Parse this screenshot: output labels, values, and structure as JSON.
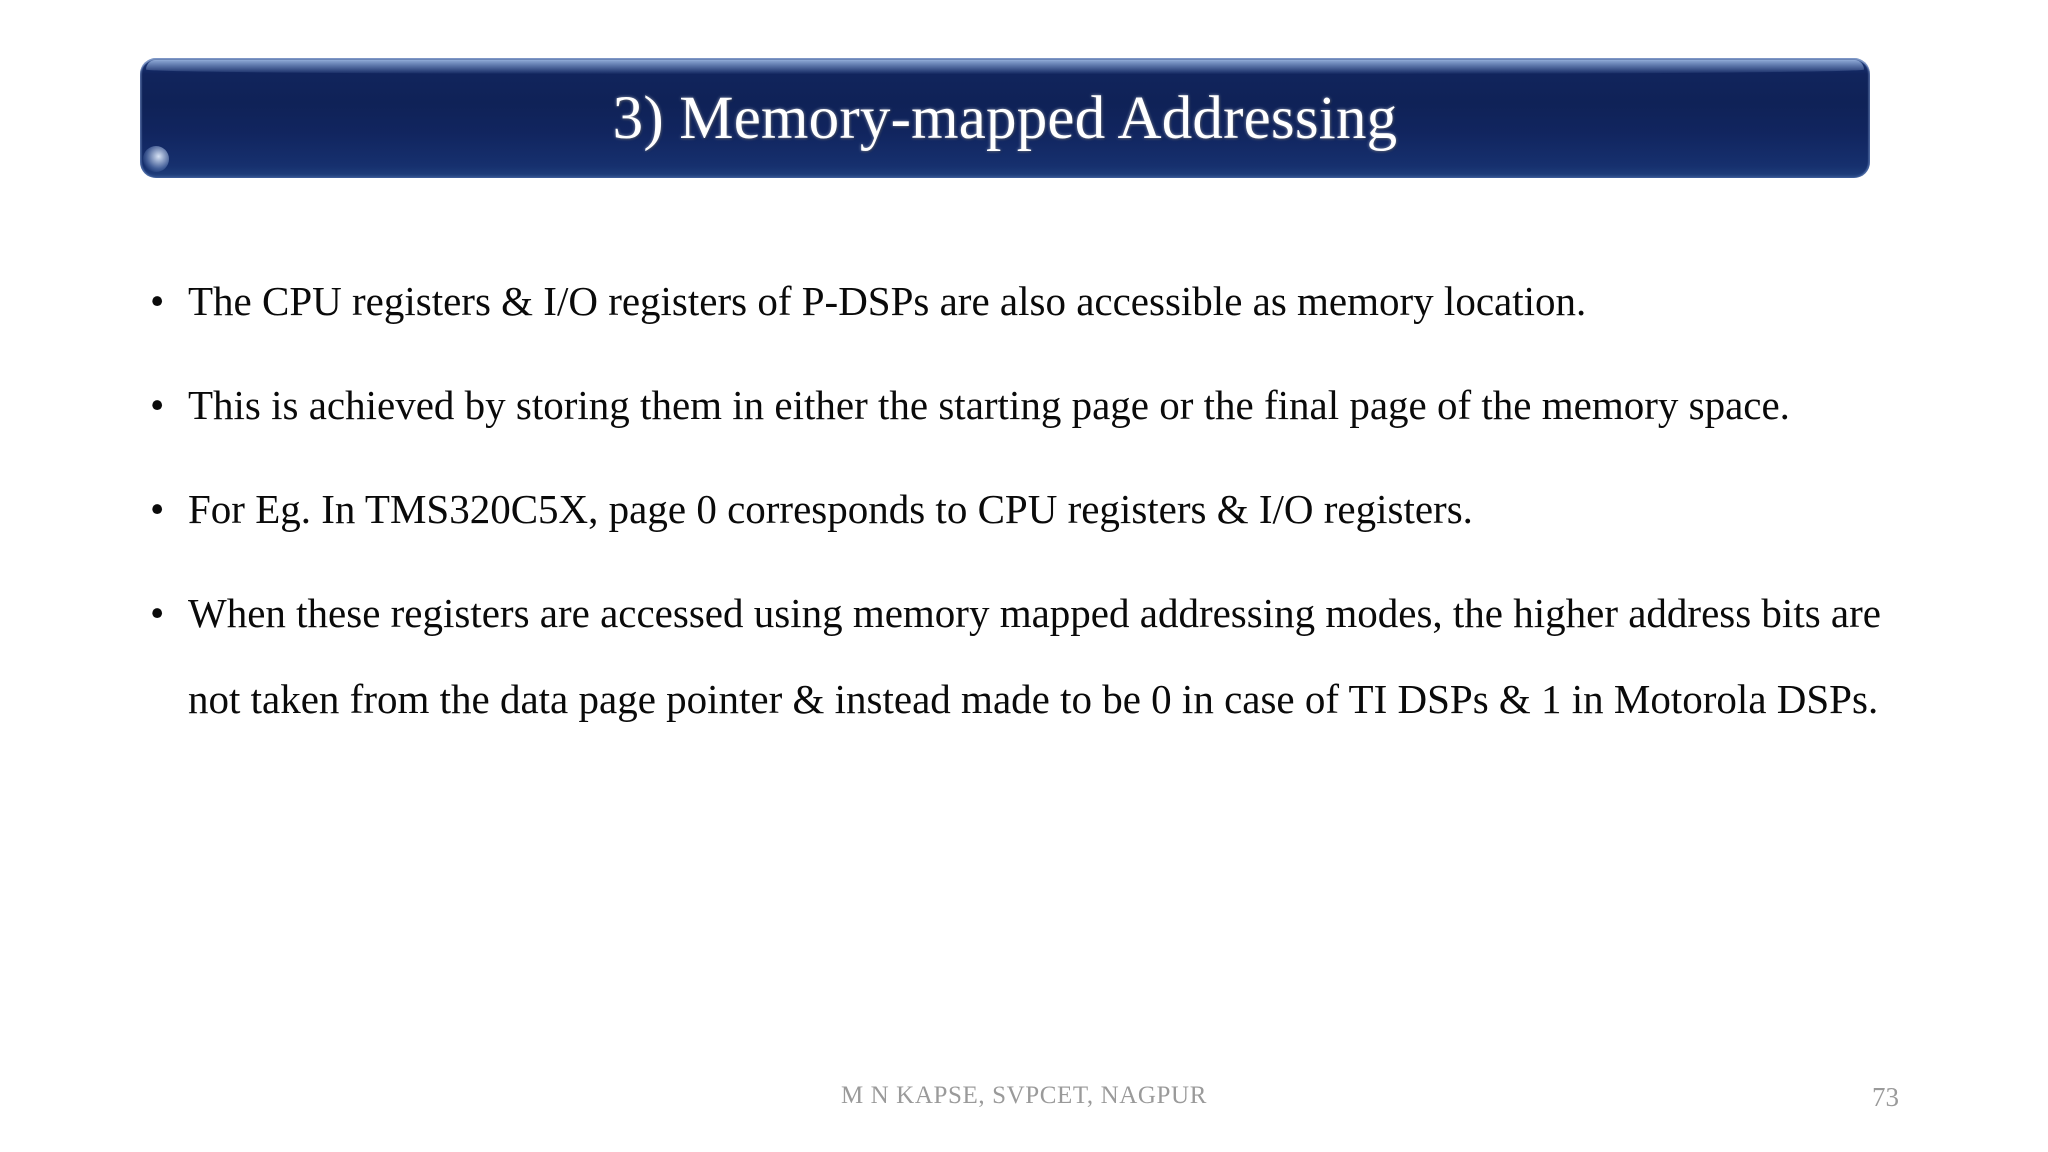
{
  "slide": {
    "title": "3) Memory-mapped Addressing",
    "bullet_glyph": "•",
    "bullets": [
      "The CPU registers & I/O registers of P-DSPs are also accessible as memory location.",
      "This is achieved by storing them in either the starting page or the final page of the memory space.",
      "For Eg. In TMS320C5X, page 0 corresponds to CPU registers & I/O registers.",
      "When these registers are accessed using memory mapped addressing modes, the higher address bits are not taken from the data page pointer & instead made to be 0 in case of TI DSPs & 1 in Motorola DSPs."
    ],
    "footer": "M N KAPSE, SVPCET, NAGPUR",
    "page_number": "73",
    "colors": {
      "banner_dark": "#0f2257",
      "banner_edge": "#2a4a86",
      "title_text": "#ffffff",
      "body_text": "#0a0a0a",
      "footer_text": "#9a9a9a",
      "background": "#ffffff"
    }
  }
}
